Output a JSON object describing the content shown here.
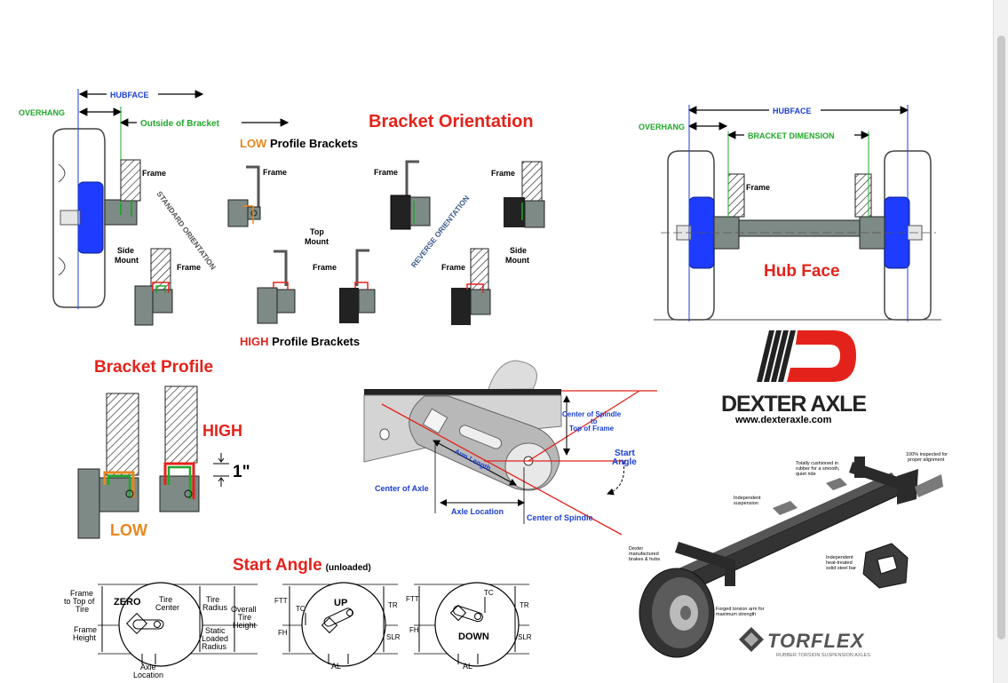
{
  "bracket_orientation": {
    "title": "Bracket Orientation",
    "hubface": "HUBFACE",
    "overhang": "OVERHANG",
    "outside_of_bracket": "Outside of Bracket",
    "low_word": "LOW",
    "low_rest": " Profile Brackets",
    "high_word": "HIGH",
    "high_rest": " Profile Brackets",
    "standard_orientation": "STANDARD ORIENTATION",
    "reverse_orientation": "REVERSE ORIENTATION",
    "frame": "Frame",
    "side_mount_1": "Side",
    "side_mount_2": "Mount",
    "top_mount_1": "Top",
    "top_mount_2": "Mount"
  },
  "hub_face": {
    "title": "Hub Face",
    "hubface": "HUBFACE",
    "overhang": "OVERHANG",
    "bracket_dimension": "BRACKET DIMENSION",
    "frame": "Frame"
  },
  "bracket_profile": {
    "title": "Bracket Profile",
    "high": "HIGH",
    "low": "LOW",
    "dimension": "1\""
  },
  "arm_geometry": {
    "center_of_spindle_to_top_1": "Center of Spindle",
    "center_of_spindle_to_top_2": "to",
    "center_of_spindle_to_top_3": "Top of Frame",
    "start_angle_1": "Start",
    "start_angle_2": "Angle",
    "arm_length": "Arm Length",
    "center_of_axle": "Center of Axle",
    "axle_location": "Axle Location",
    "center_of_spindle": "Center of Spindle"
  },
  "brand": {
    "name": "DEXTER AXLE",
    "url": "www.dexteraxle.com",
    "red": "#e3231b"
  },
  "start_angle": {
    "title": "Start Angle",
    "subtitle": "(unloaded)",
    "frame_to_top_1": "Frame",
    "frame_to_top_2": "to Top of",
    "frame_to_top_3": "Tire",
    "frame_height_1": "Frame",
    "frame_height_2": "Height",
    "zero": "ZERO",
    "tire_center_1": "Tire",
    "tire_center_2": "Center",
    "tire_radius_1": "Tire",
    "tire_radius_2": "Radius",
    "static_1": "Static",
    "static_2": "Loaded",
    "static_3": "Radius",
    "overall_1": "Overall",
    "overall_2": "Tire",
    "overall_3": "Height",
    "axle_location_1": "Axle",
    "axle_location_2": "Location",
    "up": "UP",
    "down": "DOWN",
    "ftt": "FTT",
    "tc": "TC",
    "fh": "FH",
    "tr": "TR",
    "slr": "SLR",
    "al": "AL"
  },
  "torflex": {
    "inspected_1": "100% inspected for",
    "inspected_2": "proper alignment",
    "cushioned_1": "Totally cushioned in",
    "cushioned_2": "rubber for a smooth,",
    "cushioned_3": "quiet ride",
    "independent_1": "Independent",
    "independent_2": "suspension",
    "dexter_1": "Dexter",
    "dexter_2": "manufactured",
    "dexter_3": "brakes & hubs",
    "steel_1": "Independent",
    "steel_2": "heat-treated",
    "steel_3": "solid steel bar",
    "forged_1": "Forged torsion arm for",
    "forged_2": "maximum strength",
    "logo": "TORFLEX",
    "tagline": "RUBBER TORSION SUSPENSION AXLES"
  },
  "colors": {
    "red": "#e3231b",
    "blue": "#1a3fd1",
    "green": "#1fa82a",
    "orange": "#e8871e",
    "hub_blue": "#1e3cff",
    "steel": "#7d8a86",
    "dark": "#1c1c1c"
  }
}
